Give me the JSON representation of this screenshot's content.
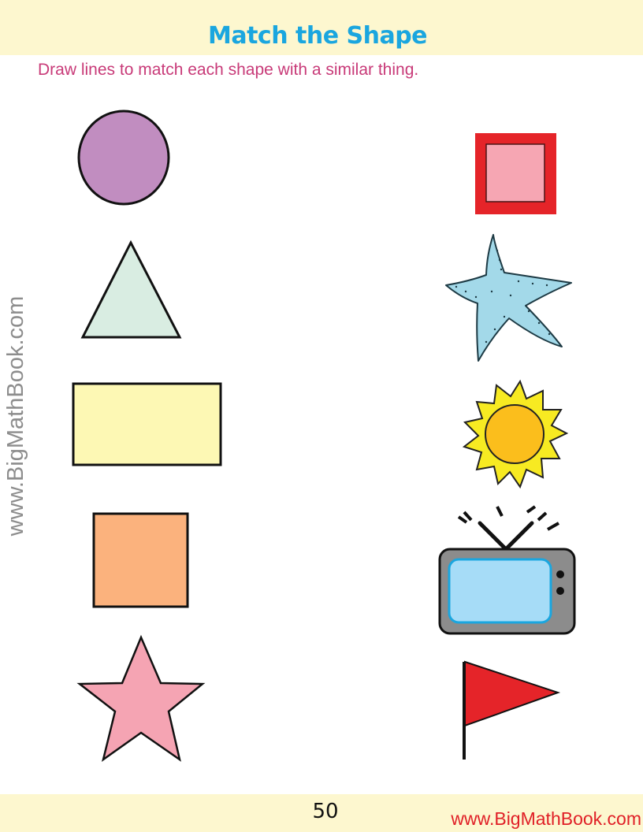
{
  "header": {
    "title": "Match the Shape",
    "instructions": "Draw lines to match each shape with a similar thing."
  },
  "watermark": {
    "side_text": "www.BigMathBook.com"
  },
  "footer": {
    "page_number": "50",
    "url": "www.BigMathBook.com"
  },
  "colors": {
    "title": "#1aa6df",
    "instructions": "#c83a78",
    "band": "#fdf7cf",
    "footer_url": "#e01f26",
    "circle": "#c18dc0",
    "triangle": "#d9ede2",
    "rectangle": "#fdf8b4",
    "square": "#fbb27d",
    "star": "#f5a4b3",
    "picture_frame_border": "#e52429",
    "picture_frame_inner": "#f6a6b3",
    "starfish": "#a3d9e9",
    "sun_rays": "#f7ea22",
    "sun_core": "#fbbe1c",
    "tv_body": "#8c8c8c",
    "tv_screen": "#a6dcf7",
    "flag": "#e52429"
  },
  "left_shapes": [
    "circle-icon",
    "triangle-icon",
    "rectangle-icon",
    "square-icon",
    "star-icon"
  ],
  "right_pictures": [
    "picture-frame-icon",
    "starfish-icon",
    "sun-icon",
    "television-icon",
    "flag-icon"
  ]
}
